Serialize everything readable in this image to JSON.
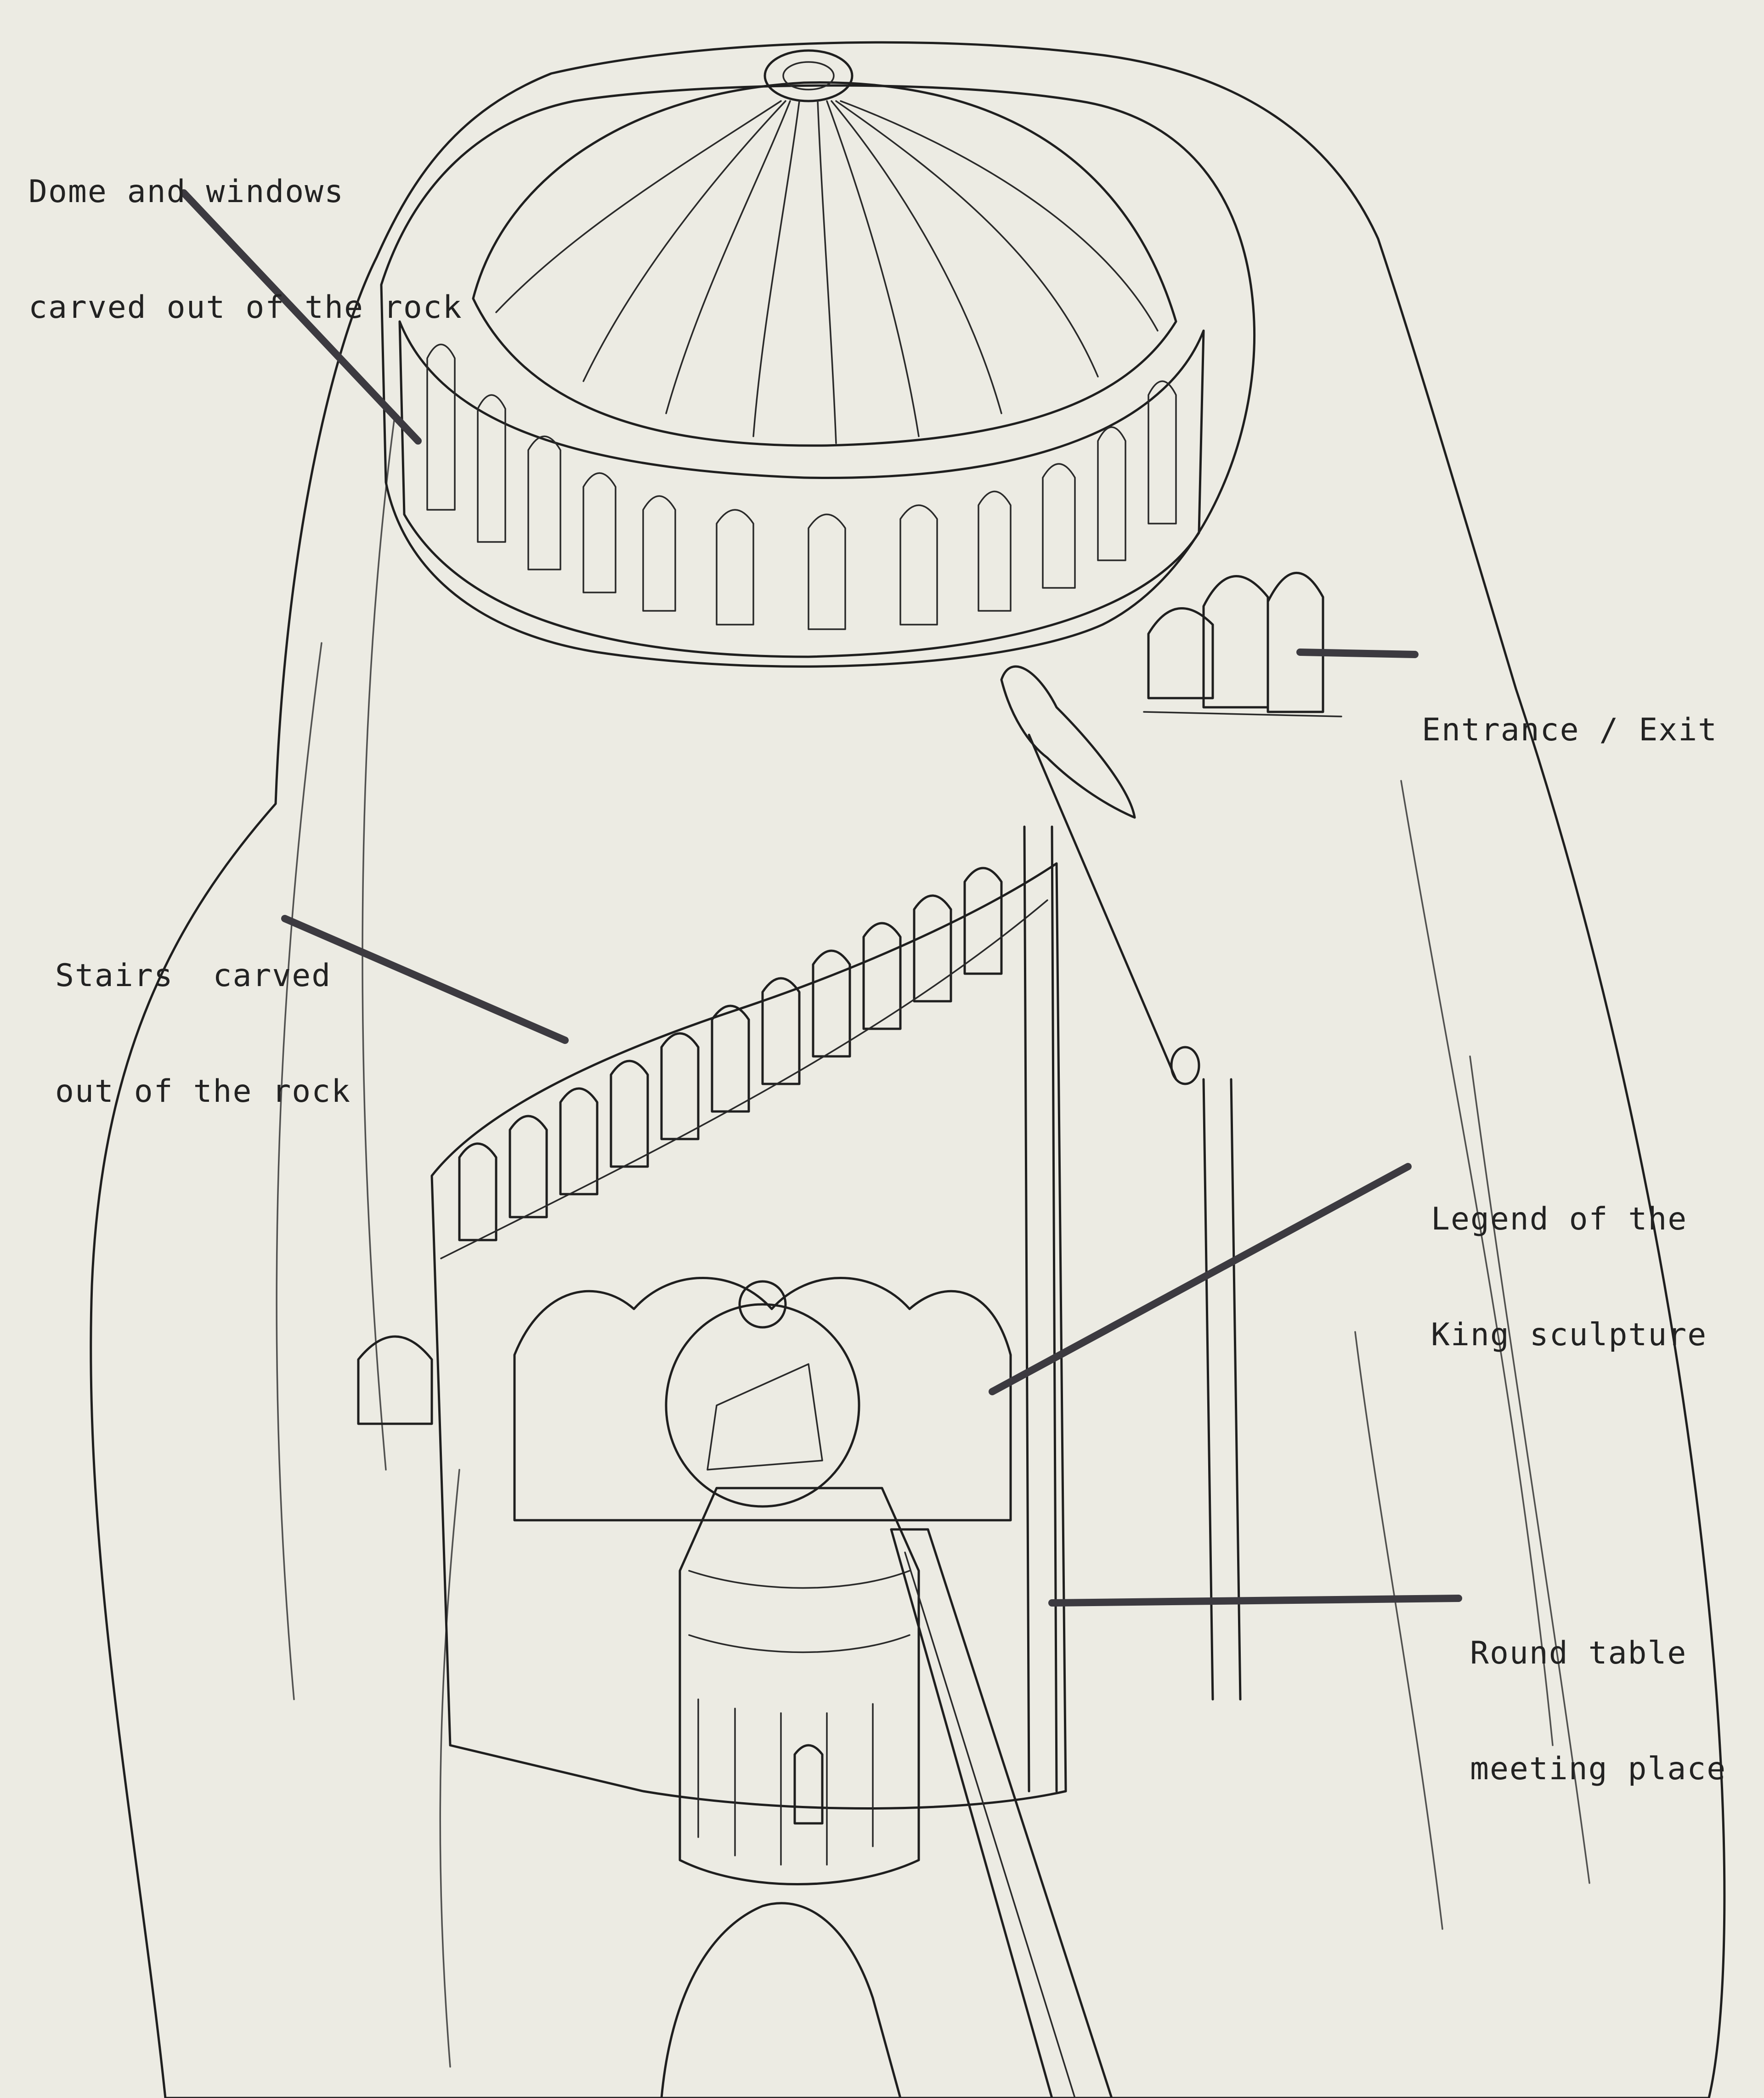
{
  "annotations": [
    {
      "id": "dome",
      "line1": "Dome and windows",
      "line2": "carved out of the rock"
    },
    {
      "id": "entrance",
      "line1": "Entrance / Exit",
      "line2": ""
    },
    {
      "id": "stairs",
      "line1": "Stairs  carved",
      "line2": "out of the rock"
    },
    {
      "id": "legend",
      "line1": "Legend of the",
      "line2": "King sculpture"
    },
    {
      "id": "roundtable",
      "line1": "Round table",
      "line2": "meeting place"
    }
  ],
  "palette": {
    "paper": "#ecebe3",
    "rock": "#b9b7ad",
    "rock_light": "#cfcdc4",
    "rock_dark": "#8f8d86",
    "ink": "#1f1f1f",
    "leader": "#3c3a40",
    "window_glow": "#f3f2e6"
  }
}
